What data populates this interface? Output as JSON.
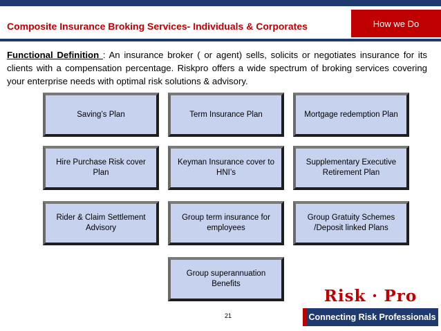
{
  "header": {
    "title": "Composite Insurance Broking Services- Individuals & Corporates",
    "badge": "How we Do"
  },
  "definition": {
    "term": "Functional Definition ",
    "text": ": An insurance broker ( or agent) sells, solicits or negotiates insurance for its clients with a compensation percentage. Riskpro offers a wide spectrum of broking services covering your enterprise needs with optimal risk solutions & advisory."
  },
  "plans": [
    "Saving’s Plan",
    "Term Insurance Plan",
    "Mortgage redemption Plan",
    "Hire Purchase Risk cover Plan",
    "Keyman Insurance cover to HNI’s",
    "Supplementary Executive Retirement Plan",
    "Rider & Claim Settlement Advisory",
    "Group term insurance for employees",
    "Group Gratuity Schemes /Deposit linked Plans",
    "Group superannuation Benefits"
  ],
  "footer": {
    "page_number": "21"
  },
  "logo": {
    "risk": "Risk",
    "dot": "·",
    "pro": "Pro",
    "tagline": "Connecting Risk Professionals"
  },
  "colors": {
    "accent_red": "#c00000",
    "navy": "#1f3a6e",
    "box_fill": "#c7d2ee"
  }
}
